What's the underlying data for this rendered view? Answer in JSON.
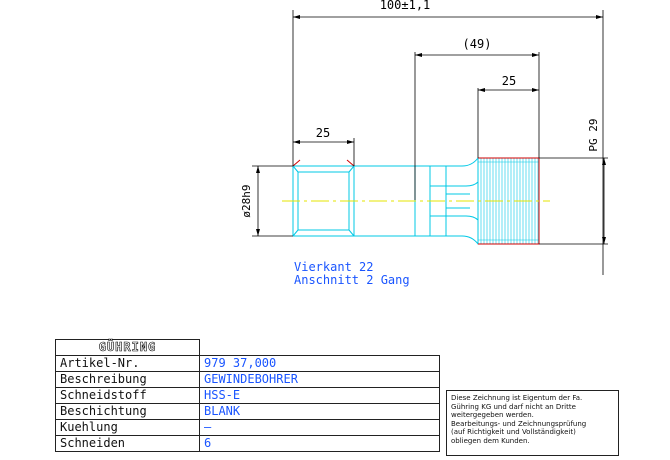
{
  "dimensions": {
    "overall": "100±1,1",
    "reference": "(49)",
    "thread_length": "25",
    "square_length": "25",
    "shank_diameter": "ø28h9",
    "thread": "PG 29"
  },
  "notes": {
    "square": "Vierkant 22",
    "chamfer": "Anschnitt 2 Gang"
  },
  "brand": "GÜHRING",
  "table": [
    {
      "label": "Artikel-Nr.",
      "value": "979 37,000"
    },
    {
      "label": "Beschreibung",
      "value": "GEWINDEBOHRER"
    },
    {
      "label": "Schneidstoff",
      "value": "HSS-E"
    },
    {
      "label": "Beschichtung",
      "value": "BLANK"
    },
    {
      "label": "Kuehlung",
      "value": "–"
    },
    {
      "label": "Schneiden",
      "value": "6"
    }
  ],
  "notice": [
    "Diese Zeichnung ist Eigentum der Fa.",
    "Gühring KG und darf nicht an Dritte",
    "weitergegeben werden.",
    "Bearbeitungs- und Zeichnungsprüfung",
    "(auf Richtigkeit und Vollständigkeit)",
    "obliegen dem Kunden."
  ],
  "colors": {
    "outline": "#00c8e6",
    "dimension": "#000000",
    "centerline": "#e6e600",
    "cut": "#d00000",
    "label": "#1a55ff"
  }
}
